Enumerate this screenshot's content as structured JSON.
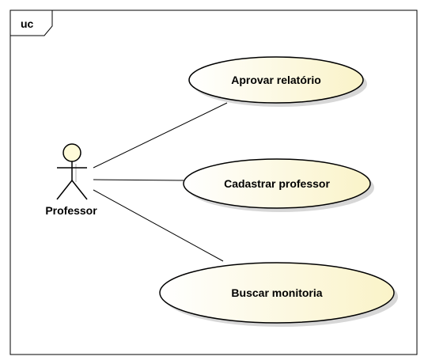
{
  "frame": {
    "tag": "uc"
  },
  "actor": {
    "name": "Professor"
  },
  "use_cases": [
    {
      "label": "Aprovar relatório"
    },
    {
      "label": "Cadastrar professor"
    },
    {
      "label": "Buscar monitoria"
    }
  ],
  "colors": {
    "fill_light": "#ffffff",
    "fill_dark": "#faf3c8",
    "shadow": "#d7d7d7",
    "stroke": "#000000",
    "actor_head": "#fffbd9"
  }
}
